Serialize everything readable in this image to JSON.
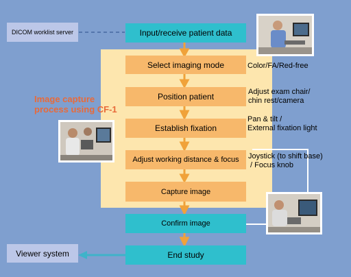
{
  "title": [
    "Image capture",
    "process using CF-1"
  ],
  "dicom": "DICOM worklist server",
  "viewer": "Viewer system",
  "steps": {
    "input": "Input/receive patient data",
    "select": "Select imaging mode",
    "position": "Position patient",
    "fixation": "Establish fixation",
    "adjust": "Adjust working distance & focus",
    "capture": "Capture image",
    "confirm": "Confirm image",
    "end": "End study"
  },
  "notes": {
    "select": "Color/FA/Red-free",
    "position": [
      "Adjust exam chair/",
      "chin rest/camera"
    ],
    "fixation": [
      "Pan & tilt /",
      "External fixation light"
    ],
    "adjust": [
      "Joystick (to shift base)",
      " / Focus knob"
    ]
  },
  "colors": {
    "background": "#7f9fcf",
    "panel": "#fde6ae",
    "teal_step": "#2fbfcd",
    "orange_step": "#f7b86b",
    "arrow": "#f0a23a",
    "title": "#e86a3a",
    "viewer_arrow": "#3fb3c9"
  },
  "icons": [
    "photo-operator-top",
    "photo-operator-left",
    "photo-operator-bottom"
  ]
}
